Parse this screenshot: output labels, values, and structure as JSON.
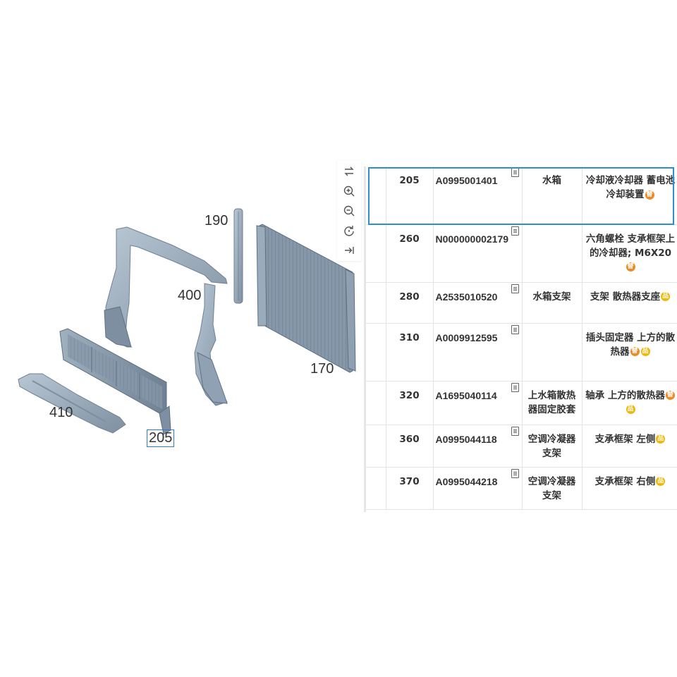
{
  "diagram": {
    "callouts": {
      "c190": "190",
      "c400": "400",
      "c170": "170",
      "c410": "410",
      "c205": "205"
    },
    "selected_callout": "205"
  },
  "toolbar": {
    "tools": [
      "swap-icon",
      "zoom-in-icon",
      "zoom-out-icon",
      "rotate-icon",
      "collapse-panel-icon"
    ]
  },
  "badges": {
    "substitute": "替",
    "item": "品",
    "substitute_color": "#f08a24",
    "item_color": "#f2b705"
  },
  "table": {
    "rows": [
      {
        "pos": "205",
        "part": "A0995001401",
        "name": "水箱",
        "remark": "冷却液冷却器 蓄电池冷却装置",
        "badges": [
          "substitute"
        ],
        "selected": true
      },
      {
        "pos": "260",
        "part": "N000000002179",
        "name": "",
        "remark": "六角螺栓 支承框架上的冷却器; M6X20",
        "badges": [
          "substitute"
        ]
      },
      {
        "pos": "280",
        "part": "A2535010520",
        "name": "水箱支架",
        "remark": "支架 散热器支座",
        "badges": [
          "item"
        ]
      },
      {
        "pos": "310",
        "part": "A0009912595",
        "name": "",
        "remark": "插头固定器 上方的散热器",
        "badges": [
          "substitute",
          "item"
        ]
      },
      {
        "pos": "320",
        "part": "A1695040114",
        "name": "上水箱散热器固定胶套",
        "remark": "轴承 上方的散热器",
        "badges": [
          "substitute",
          "item"
        ]
      },
      {
        "pos": "360",
        "part": "A0995044118",
        "name": "空调冷凝器支架",
        "remark": "支承框架 左侧",
        "badges": [
          "item"
        ]
      },
      {
        "pos": "370",
        "part": "A0995044218",
        "name": "空调冷凝器支架",
        "remark": "支承框架 右侧",
        "badges": [
          "item"
        ]
      }
    ]
  }
}
